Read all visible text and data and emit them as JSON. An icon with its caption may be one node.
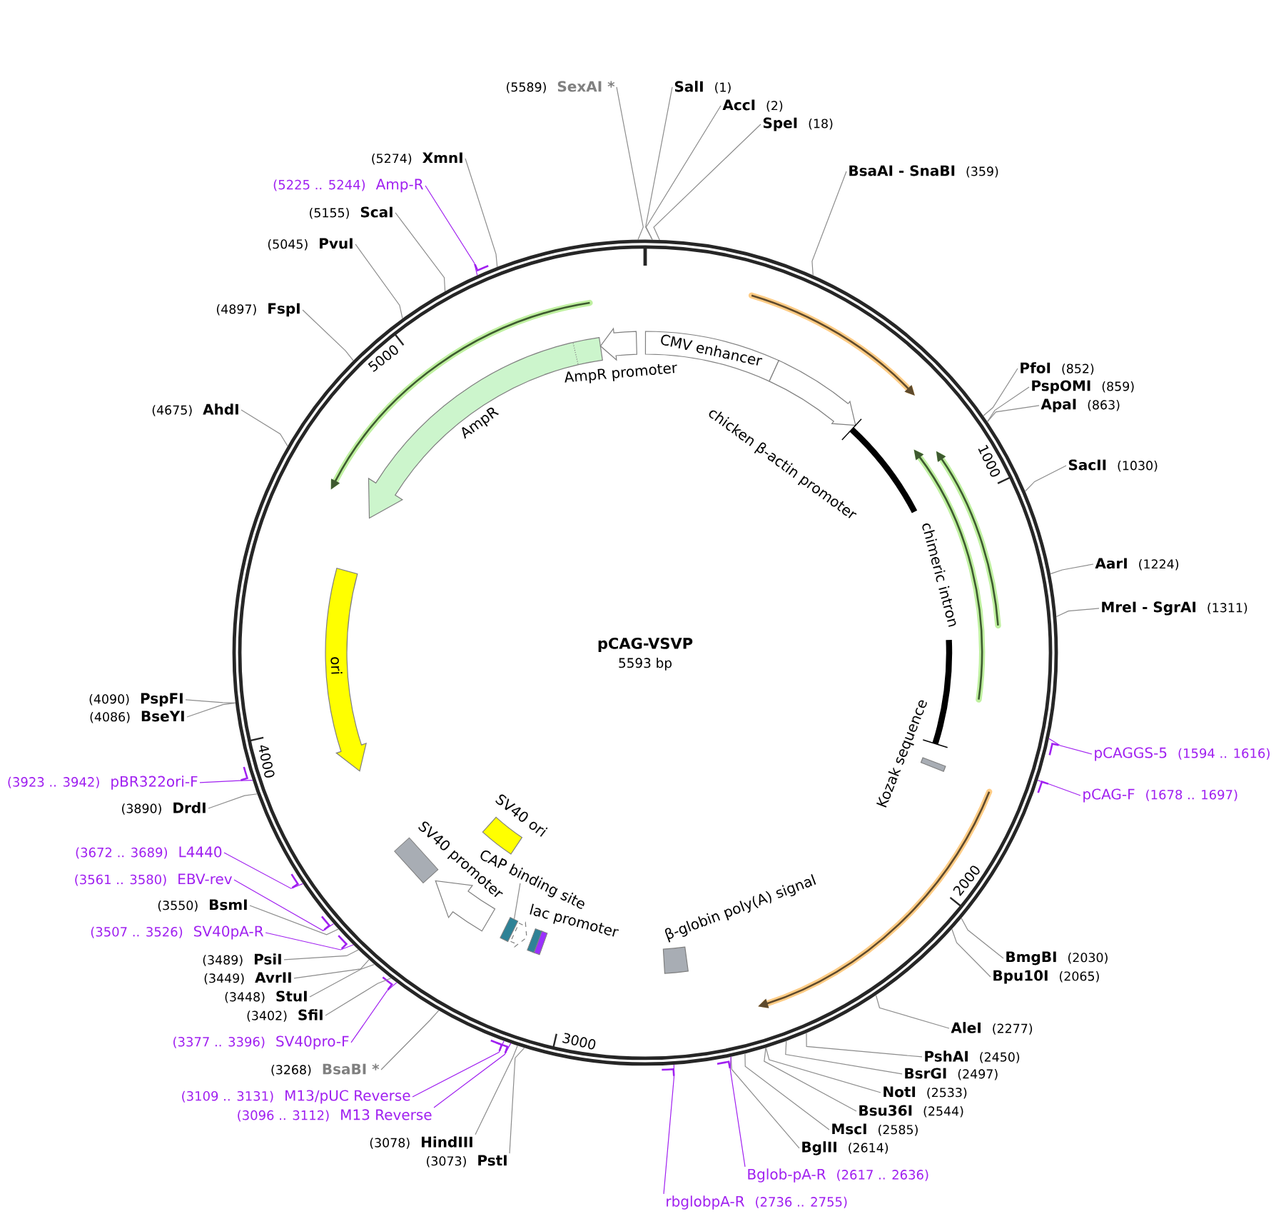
{
  "diagram": {
    "title": "pCAG-VSVP",
    "nodes": [
      {
        "text": [],
        "shape": "circle"
      },
      {
        "text": [
          "CMV enhancer"
        ],
        "in": 0
      },
      {
        "text": [
          "chicken β-actin promoter"
        ],
        "in": 0
      },
      {
        "text": [
          "chimeric intron"
        ],
        "in": 0
      },
      {
        "text": [
          "Kozak sequence"
        ],
        "in": 0
      },
      {
        "text": [
          "β-globin poly(A) signal"
        ],
        "in": 0
      },
      {
        "text": [
          "lac promoter"
        ],
        "in": 0
      },
      {
        "text": [
          "CAP binding site"
        ],
        "in": 0
      },
      {
        "text": [],
        "shape": "box",
        "in": 0
      },
      {
        "text": [],
        "shape": "box",
        "in": 0
      },
      {
        "text": [],
        "shape": "box",
        "in": 0
      },
      {
        "text": [
          "SV40 promoter"
        ],
        "in": 0
      },
      {
        "text": [
          "SV40 ori"
        ],
        "in": 0
      },
      {
        "text": [],
        "shape": "box",
        "in": 0
      },
      {
        "text": [
          "ori"
        ],
        "in": 0
      },
      {
        "text": [
          "AmpR"
        ],
        "in": 0
      },
      {
        "text": [
          "AmpR promoter"
        ],
        "in": 0
      },
      {
        "text": [
          "SalI",
          "(1)"
        ]
      },
      {
        "text": [
          "AccI",
          "(2)"
        ]
      },
      {
        "text": [
          "SpeI",
          "(18)"
        ]
      },
      {
        "text": [
          "BsaAI - SnaBI",
          "(359)"
        ]
      },
      {
        "text": [
          "PfoI",
          "(852)"
        ]
      },
      {
        "text": [
          "PspOMI",
          "(859)"
        ]
      },
      {
        "text": [
          "ApaI",
          "(863)"
        ]
      },
      {
        "text": [
          "SacII",
          "(1030)"
        ]
      },
      {
        "text": [
          "AarI",
          "(1224)"
        ]
      },
      {
        "text": [
          "MreI - SgrAI",
          "(1311)"
        ]
      },
      {
        "text": [
          "pCAGGS-5",
          "(1594 .. 1616)"
        ]
      },
      {
        "text": [
          "pCAG-F",
          "(1678 .. 1697)"
        ]
      },
      {
        "text": [
          "BmgBI",
          "(2030)"
        ]
      },
      {
        "text": [
          "Bpu10I",
          "(2065)"
        ]
      },
      {
        "text": [
          "AleI",
          "(2277)"
        ]
      },
      {
        "text": [
          "PshAI",
          "(2450)"
        ]
      },
      {
        "text": [
          "BsrGI",
          "(2497)"
        ]
      },
      {
        "text": [
          "NotI",
          "(2533)"
        ]
      },
      {
        "text": [
          "Bsu36I",
          "(2544)"
        ]
      },
      {
        "text": [
          "MscI",
          "(2585)"
        ]
      },
      {
        "text": [
          "BglII",
          "(2614)"
        ]
      },
      {
        "text": [
          "Bglob-pA-R",
          "(2617 .. 2636)"
        ]
      },
      {
        "text": [
          "rbglobpA-R",
          "(2736 .. 2755)"
        ]
      },
      {
        "text": [
          "(3073)",
          "PstI"
        ]
      },
      {
        "text": [
          "(3078)",
          "HindIII"
        ]
      },
      {
        "text": [
          "(3096 .. 3112)",
          "M13 Reverse"
        ]
      },
      {
        "text": [
          "(3109 .. 3131)",
          "M13/pUC Reverse"
        ]
      },
      {
        "text": [
          "(3268)",
          "BsaBI *"
        ]
      },
      {
        "text": [
          "(3377 .. 3396)",
          "SV40pro-F"
        ]
      },
      {
        "text": [
          "(3402)",
          "SfiI"
        ]
      },
      {
        "text": [
          "(3448)",
          "StuI"
        ]
      },
      {
        "text": [
          "(3449)",
          "AvrII"
        ]
      },
      {
        "text": [
          "(3489)",
          "PsiI"
        ]
      },
      {
        "text": [
          "(3507 .. 3526)",
          "SV40pA-R"
        ]
      },
      {
        "text": [
          "(3550)",
          "BsmI"
        ]
      },
      {
        "text": [
          "(3561 .. 3580)",
          "EBV-rev"
        ]
      },
      {
        "text": [
          "(3672 .. 3689)",
          "L4440"
        ]
      },
      {
        "text": [
          "(3890)",
          "DrdI"
        ]
      },
      {
        "text": [
          "(3923 .. 3942)",
          "pBR322ori-F"
        ]
      },
      {
        "text": [
          "(4086)",
          "BseYI"
        ]
      },
      {
        "text": [
          "(4090)",
          "PspFI"
        ]
      },
      {
        "text": [
          "(4675)",
          "AhdI"
        ]
      },
      {
        "text": [
          "(4897)",
          "FspI"
        ]
      },
      {
        "text": [
          "(5045)",
          "PvuI"
        ]
      },
      {
        "text": [
          "(5155)",
          "ScaI"
        ]
      },
      {
        "text": [
          "(5225 .. 5244)",
          "Amp-R"
        ]
      },
      {
        "text": [
          "(5274)",
          "XmnI"
        ]
      },
      {
        "text": [
          "(5589)",
          "SexAI *"
        ]
      }
    ],
    "edges": [
      {
        "from": 7,
        "to": 8,
        "arrow": "none"
      },
      {
        "from": 17,
        "to": 0,
        "arrow": "none"
      },
      {
        "from": 18,
        "to": 0,
        "arrow": "none"
      },
      {
        "from": 19,
        "to": 0,
        "arrow": "none"
      },
      {
        "from": 20,
        "to": 0,
        "arrow": "none"
      },
      {
        "from": 21,
        "to": 0,
        "arrow": "none"
      },
      {
        "from": 22,
        "to": 0,
        "arrow": "none"
      },
      {
        "from": 23,
        "to": 0,
        "arrow": "none"
      },
      {
        "from": 24,
        "to": 0,
        "arrow": "none"
      },
      {
        "from": 25,
        "to": 0,
        "arrow": "none"
      },
      {
        "from": 26,
        "to": 0,
        "arrow": "none"
      },
      {
        "from": 27,
        "to": 0,
        "arrow": "none",
        "color": "#a020f0"
      },
      {
        "from": 28,
        "to": 0,
        "arrow": "none",
        "color": "#a020f0"
      },
      {
        "from": 29,
        "to": 0,
        "arrow": "none"
      },
      {
        "from": 30,
        "to": 0,
        "arrow": "none"
      },
      {
        "from": 31,
        "to": 0,
        "arrow": "none"
      },
      {
        "from": 32,
        "to": 0,
        "arrow": "none"
      },
      {
        "from": 33,
        "to": 0,
        "arrow": "none"
      },
      {
        "from": 34,
        "to": 0,
        "arrow": "none"
      },
      {
        "from": 35,
        "to": 0,
        "arrow": "none"
      },
      {
        "from": 36,
        "to": 0,
        "arrow": "none"
      },
      {
        "from": 37,
        "to": 0,
        "arrow": "none"
      },
      {
        "from": 38,
        "to": 0,
        "arrow": "none",
        "color": "#a020f0"
      },
      {
        "from": 39,
        "to": 0,
        "arrow": "none",
        "color": "#a020f0"
      },
      {
        "from": 40,
        "to": 0,
        "arrow": "none"
      },
      {
        "from": 41,
        "to": 0,
        "arrow": "none"
      },
      {
        "from": 42,
        "to": 0,
        "arrow": "none",
        "color": "#a020f0"
      },
      {
        "from": 43,
        "to": 0,
        "arrow": "none",
        "color": "#a020f0"
      },
      {
        "from": 44,
        "to": 0,
        "arrow": "none"
      },
      {
        "from": 45,
        "to": 0,
        "arrow": "none",
        "color": "#a020f0"
      },
      {
        "from": 46,
        "to": 0,
        "arrow": "none"
      },
      {
        "from": 47,
        "to": 0,
        "arrow": "none"
      },
      {
        "from": 48,
        "to": 0,
        "arrow": "none"
      },
      {
        "from": 49,
        "to": 0,
        "arrow": "none"
      },
      {
        "from": 50,
        "to": 0,
        "arrow": "none",
        "color": "#a020f0"
      },
      {
        "from": 51,
        "to": 0,
        "arrow": "none"
      },
      {
        "from": 52,
        "to": 0,
        "arrow": "none",
        "color": "#a020f0"
      },
      {
        "from": 53,
        "to": 0,
        "arrow": "none",
        "color": "#a020f0"
      },
      {
        "from": 54,
        "to": 0,
        "arrow": "none"
      },
      {
        "from": 55,
        "to": 0,
        "arrow": "none",
        "color": "#a020f0"
      },
      {
        "from": 56,
        "to": 0,
        "arrow": "none"
      },
      {
        "from": 57,
        "to": 0,
        "arrow": "none"
      },
      {
        "from": 58,
        "to": 0,
        "arrow": "none"
      },
      {
        "from": 59,
        "to": 0,
        "arrow": "none"
      },
      {
        "from": 60,
        "to": 0,
        "arrow": "none"
      },
      {
        "from": 61,
        "to": 0,
        "arrow": "none"
      },
      {
        "from": 62,
        "to": 0,
        "arrow": "none",
        "color": "#a020f0"
      },
      {
        "from": 63,
        "to": 0,
        "arrow": "none"
      },
      {
        "from": 64,
        "to": 0,
        "arrow": "none"
      }
    ],
    "labels": [
      "5593 bp",
      "1000",
      "2000",
      "3000",
      "4000",
      "5000"
    ]
  }
}
